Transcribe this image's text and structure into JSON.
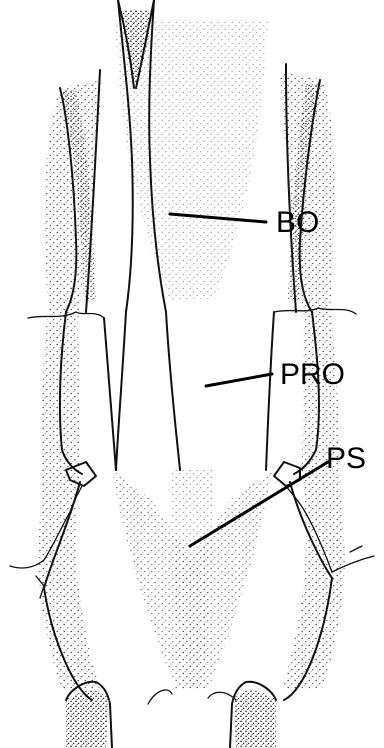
{
  "colors": {
    "ink": "#111111",
    "background": "#ffffff"
  },
  "labels": [
    {
      "id": "bo",
      "text": "BO"
    },
    {
      "id": "pro",
      "text": "PRO"
    },
    {
      "id": "ps",
      "text": "PS"
    }
  ]
}
